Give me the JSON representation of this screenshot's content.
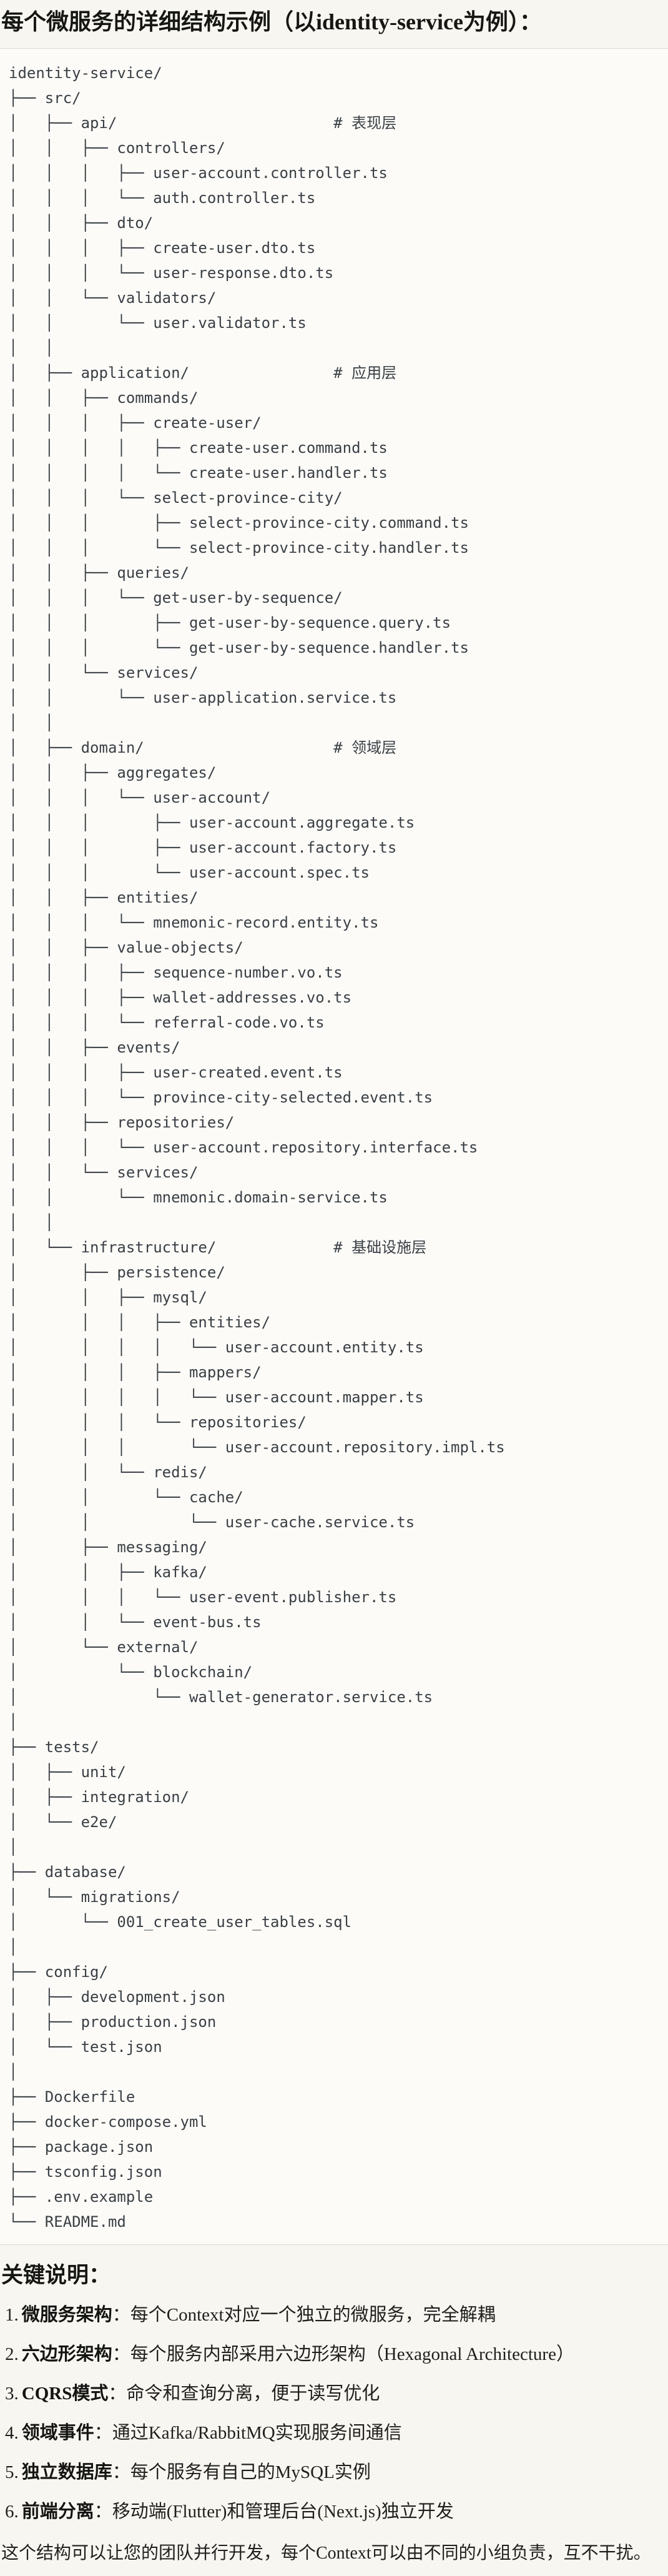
{
  "page": {
    "title": "每个微服务的详细结构示例（以identity-service为例）："
  },
  "tree": {
    "lines": [
      "identity-service/",
      "├── src/",
      "│   ├── api/                        # 表现层",
      "│   │   ├── controllers/",
      "│   │   │   ├── user-account.controller.ts",
      "│   │   │   └── auth.controller.ts",
      "│   │   ├── dto/",
      "│   │   │   ├── create-user.dto.ts",
      "│   │   │   └── user-response.dto.ts",
      "│   │   └── validators/",
      "│   │       └── user.validator.ts",
      "│   │",
      "│   ├── application/                # 应用层",
      "│   │   ├── commands/",
      "│   │   │   ├── create-user/",
      "│   │   │   │   ├── create-user.command.ts",
      "│   │   │   │   └── create-user.handler.ts",
      "│   │   │   └── select-province-city/",
      "│   │   │       ├── select-province-city.command.ts",
      "│   │   │       └── select-province-city.handler.ts",
      "│   │   ├── queries/",
      "│   │   │   └── get-user-by-sequence/",
      "│   │   │       ├── get-user-by-sequence.query.ts",
      "│   │   │       └── get-user-by-sequence.handler.ts",
      "│   │   └── services/",
      "│   │       └── user-application.service.ts",
      "│   │",
      "│   ├── domain/                     # 领域层",
      "│   │   ├── aggregates/",
      "│   │   │   └── user-account/",
      "│   │   │       ├── user-account.aggregate.ts",
      "│   │   │       ├── user-account.factory.ts",
      "│   │   │       └── user-account.spec.ts",
      "│   │   ├── entities/",
      "│   │   │   └── mnemonic-record.entity.ts",
      "│   │   ├── value-objects/",
      "│   │   │   ├── sequence-number.vo.ts",
      "│   │   │   ├── wallet-addresses.vo.ts",
      "│   │   │   └── referral-code.vo.ts",
      "│   │   ├── events/",
      "│   │   │   ├── user-created.event.ts",
      "│   │   │   └── province-city-selected.event.ts",
      "│   │   ├── repositories/",
      "│   │   │   └── user-account.repository.interface.ts",
      "│   │   └── services/",
      "│   │       └── mnemonic.domain-service.ts",
      "│   │",
      "│   └── infrastructure/             # 基础设施层",
      "│       ├── persistence/",
      "│       │   ├── mysql/",
      "│       │   │   ├── entities/",
      "│       │   │   │   └── user-account.entity.ts",
      "│       │   │   ├── mappers/",
      "│       │   │   │   └── user-account.mapper.ts",
      "│       │   │   └── repositories/",
      "│       │   │       └── user-account.repository.impl.ts",
      "│       │   └── redis/",
      "│       │       └── cache/",
      "│       │           └── user-cache.service.ts",
      "│       ├── messaging/",
      "│       │   ├── kafka/",
      "│       │   │   └── user-event.publisher.ts",
      "│       │   └── event-bus.ts",
      "│       └── external/",
      "│           └── blockchain/",
      "│               └── wallet-generator.service.ts",
      "│",
      "├── tests/",
      "│   ├── unit/",
      "│   ├── integration/",
      "│   └── e2e/",
      "│",
      "├── database/",
      "│   └── migrations/",
      "│       └── 001_create_user_tables.sql",
      "│",
      "├── config/",
      "│   ├── development.json",
      "│   ├── production.json",
      "│   └── test.json",
      "│",
      "├── Dockerfile",
      "├── docker-compose.yml",
      "├── package.json",
      "├── tsconfig.json",
      "├── .env.example",
      "└── README.md"
    ]
  },
  "notes": {
    "heading": "关键说明：",
    "items": [
      {
        "num": "1.",
        "term": "微服务架构",
        "desc": "：每个Context对应一个独立的微服务，完全解耦"
      },
      {
        "num": "2.",
        "term": "六边形架构",
        "desc": "：每个服务内部采用六边形架构（Hexagonal Architecture）"
      },
      {
        "num": "3.",
        "term": "CQRS模式",
        "desc": "：命令和查询分离，便于读写优化"
      },
      {
        "num": "4.",
        "term": "领域事件",
        "desc": "：通过Kafka/RabbitMQ实现服务间通信"
      },
      {
        "num": "5.",
        "term": "独立数据库",
        "desc": "：每个服务有自己的MySQL实例"
      },
      {
        "num": "6.",
        "term": "前端分离",
        "desc": "：移动端(Flutter)和管理后台(Next.js)独立开发"
      }
    ],
    "footer": "这个结构可以让您的团队并行开发，每个Context可以由不同的小组负责，互不干扰。"
  },
  "colors": {
    "page_bg": "#f8f6f1",
    "code_bg": "#fcfbf8",
    "border": "#dcd9d2",
    "code_text": "#3a3f44",
    "heading_text": "#161613"
  }
}
